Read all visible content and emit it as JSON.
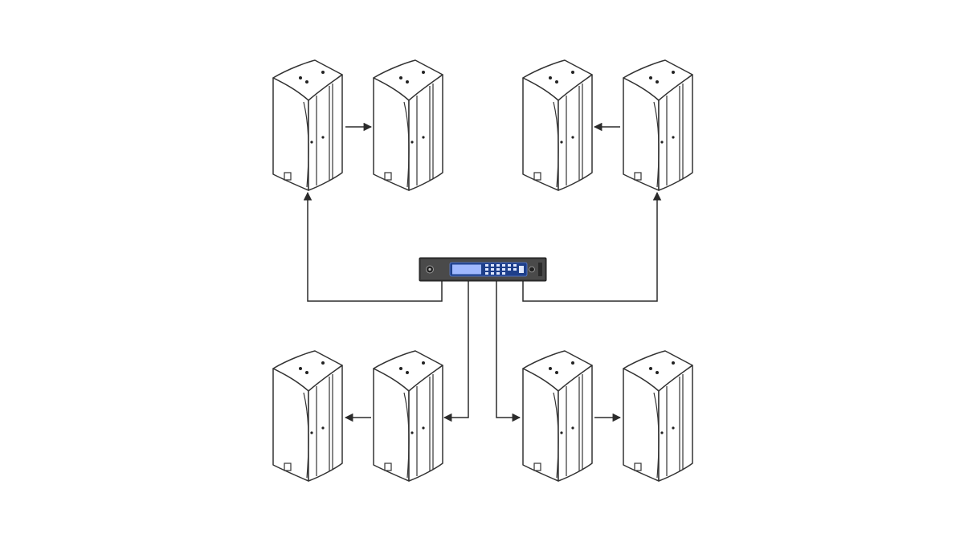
{
  "diagram": {
    "title": "",
    "colors": {
      "background": "#ffffff",
      "outline": "#333333",
      "wire": "#2b2b2b",
      "processor_chassis": "#3a3a3a",
      "processor_display": "#1e3f8a"
    },
    "processor": {
      "icon": "rack-processor-icon"
    },
    "speakers": [
      {
        "id": "speaker-top-left-1",
        "icon": "loudspeaker-icon"
      },
      {
        "id": "speaker-top-left-2",
        "icon": "loudspeaker-icon"
      },
      {
        "id": "speaker-top-right-1",
        "icon": "loudspeaker-icon"
      },
      {
        "id": "speaker-top-right-2",
        "icon": "loudspeaker-icon"
      },
      {
        "id": "speaker-bottom-left-1",
        "icon": "loudspeaker-icon"
      },
      {
        "id": "speaker-bottom-left-2",
        "icon": "loudspeaker-icon"
      },
      {
        "id": "speaker-bottom-right-1",
        "icon": "loudspeaker-icon"
      },
      {
        "id": "speaker-bottom-right-2",
        "icon": "loudspeaker-icon"
      }
    ],
    "connections": [
      {
        "from": "processor",
        "to": "speaker-top-left-1"
      },
      {
        "from": "processor",
        "to": "speaker-top-right-2"
      },
      {
        "from": "processor",
        "to": "speaker-bottom-left-2"
      },
      {
        "from": "processor",
        "to": "speaker-bottom-right-1"
      },
      {
        "from": "speaker-top-left-1",
        "to": "speaker-top-left-2"
      },
      {
        "from": "speaker-top-right-2",
        "to": "speaker-top-right-1"
      },
      {
        "from": "speaker-bottom-left-2",
        "to": "speaker-bottom-left-1"
      },
      {
        "from": "speaker-bottom-right-1",
        "to": "speaker-bottom-right-2"
      }
    ]
  }
}
